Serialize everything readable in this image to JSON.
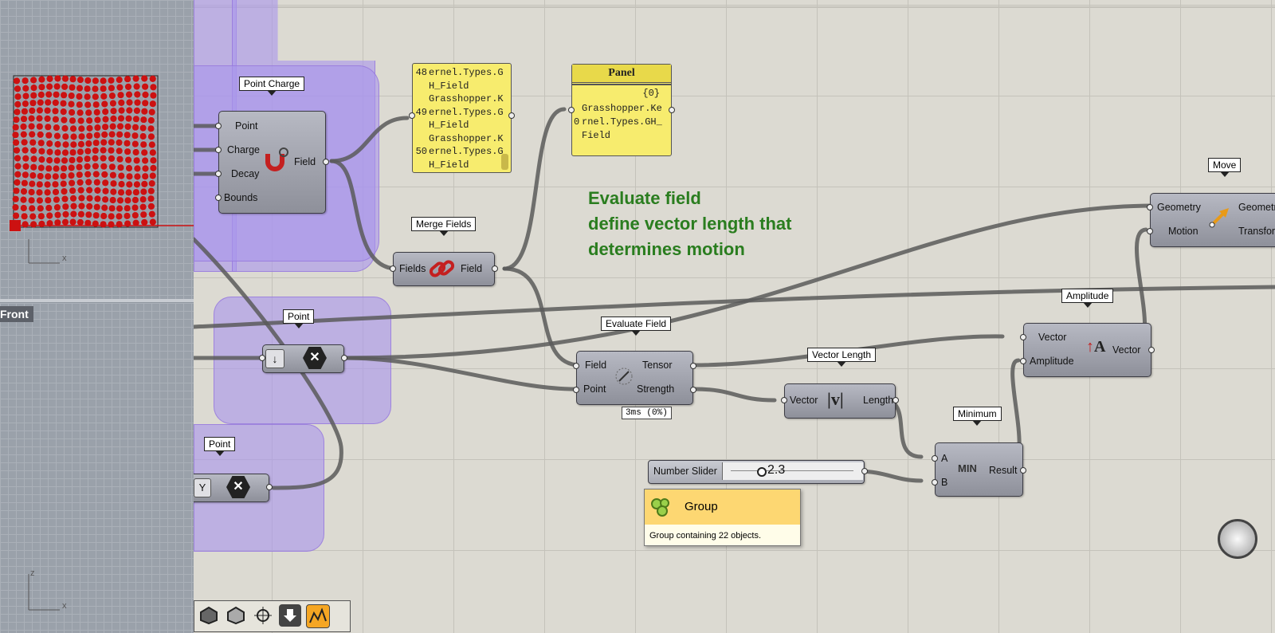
{
  "viewport": {
    "front_label": "Front",
    "axis_x": "x",
    "axis_x2": "x",
    "axis_z": "z"
  },
  "annotation": {
    "line1": "Evaluate field",
    "line2": "define vector length that",
    "line3": "determines motion"
  },
  "components": {
    "point_charge": {
      "tag": "Point Charge",
      "in1": "Point",
      "in2": "Charge",
      "in3": "Decay",
      "in4": "Bounds",
      "out": "Field"
    },
    "merge_fields": {
      "tag": "Merge Fields",
      "in": "Fields",
      "out": "Field"
    },
    "point_1": {
      "tag": "Point"
    },
    "point_2": {
      "tag": "Point"
    },
    "evaluate_field": {
      "tag": "Evaluate Field",
      "in1": "Field",
      "in2": "Point",
      "out1": "Tensor",
      "out2": "Strength",
      "timing": "3ms (0%)"
    },
    "vector_length": {
      "tag": "Vector Length",
      "in": "Vector",
      "out": "Length"
    },
    "minimum": {
      "tag": "Minimum",
      "in1": "A",
      "in2": "B",
      "out": "Result",
      "icon": "MIN"
    },
    "amplitude": {
      "tag": "Amplitude",
      "in1": "Vector",
      "in2": "Amplitude",
      "out": "Vector"
    },
    "move": {
      "tag": "Move",
      "in1": "Geometry",
      "in2": "Motion",
      "out1": "Geometry",
      "out2": "Transform"
    },
    "number_slider": {
      "label": "Number Slider",
      "value": "2.3"
    }
  },
  "panel_list": {
    "rows": [
      {
        "idx": "48",
        "text": "ernel.Types.G"
      },
      {
        "idx": "",
        "text": "H_Field"
      },
      {
        "idx": "",
        "text": "Grasshopper.K"
      },
      {
        "idx": "49",
        "text": "ernel.Types.G"
      },
      {
        "idx": "",
        "text": "H_Field"
      },
      {
        "idx": "",
        "text": "Grasshopper.K"
      },
      {
        "idx": "50",
        "text": "ernel.Types.G"
      },
      {
        "idx": "",
        "text": "H_Field"
      }
    ]
  },
  "panel_main": {
    "title": "Panel",
    "path": "{0}",
    "index": "0",
    "line1": "Grasshopper.Ke",
    "line2": "rnel.Types.GH_",
    "line3": "Field"
  },
  "tooltip": {
    "title": "Group",
    "body": "Group containing 22 objects."
  },
  "colors": {
    "group_fill": "#aa96eb",
    "panel_yellow": "#f7ec6e",
    "annotation_green": "#2a7d1f",
    "point_red": "#cc1111"
  }
}
